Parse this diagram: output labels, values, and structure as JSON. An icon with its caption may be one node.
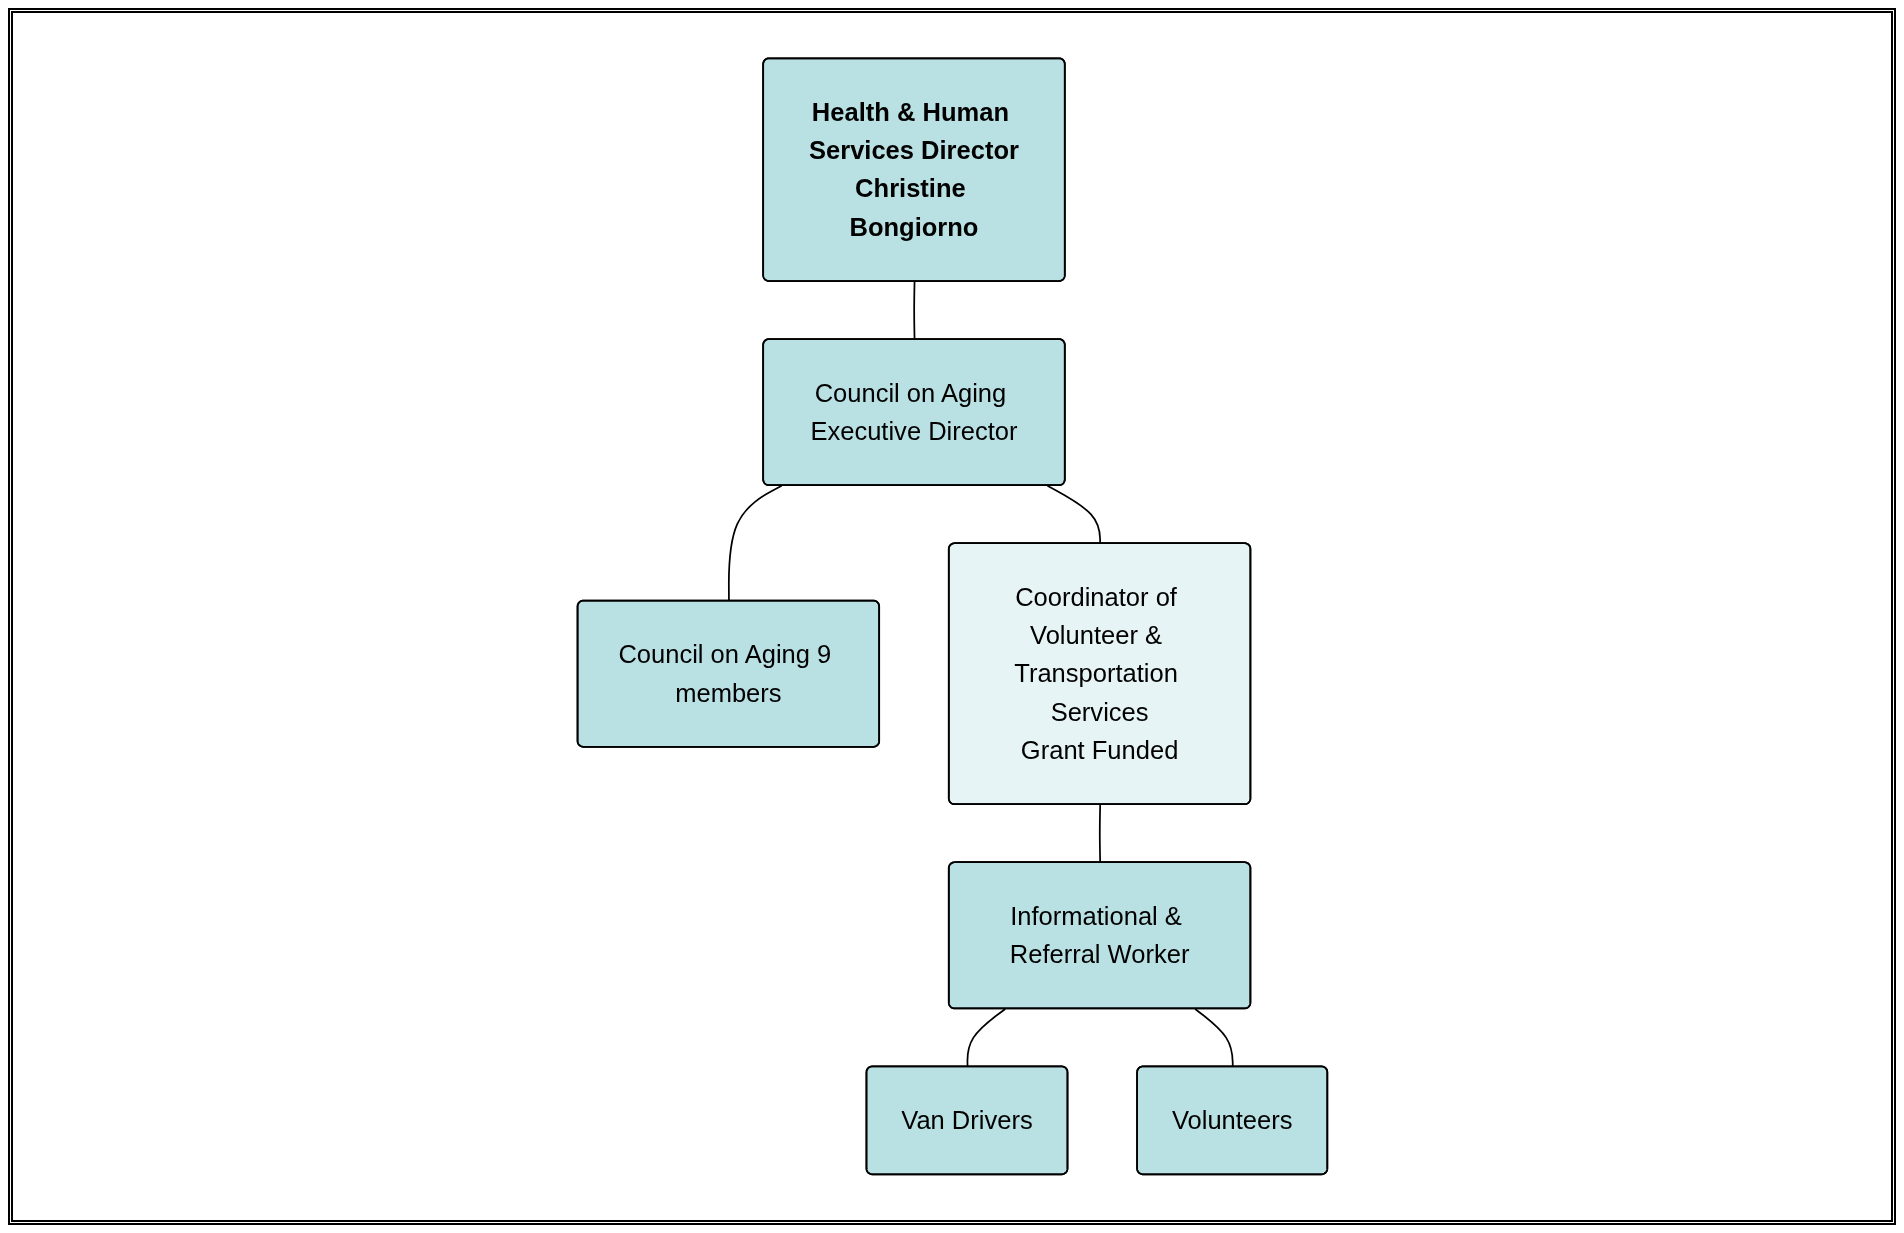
{
  "diagram": {
    "nodes": [
      {
        "text": [
          "Health & Human Services Director",
          "Christine Bongiorno"
        ]
      },
      {
        "text": [
          "Council on Aging Executive Director"
        ]
      },
      {
        "text": [
          "Council on Aging 9 members"
        ]
      },
      {
        "text": [
          "Coordinator of Volunteer & Transportation Services",
          "Grant Funded"
        ]
      },
      {
        "text": [
          "Van Drivers"
        ]
      },
      {
        "text": [
          "Informational & Referral Worker"
        ]
      },
      {
        "text": [
          "Volunteers"
        ]
      }
    ],
    "edges": [
      {
        "from": 0,
        "to": 1,
        "arrow": "none"
      },
      {
        "from": 1,
        "to": 2,
        "arrow": "none"
      },
      {
        "from": 1,
        "to": 3,
        "arrow": "none"
      },
      {
        "from": 3,
        "to": 5,
        "arrow": "none"
      },
      {
        "from": 5,
        "to": 4,
        "arrow": "none"
      },
      {
        "from": 5,
        "to": 6,
        "arrow": "none"
      }
    ]
  }
}
